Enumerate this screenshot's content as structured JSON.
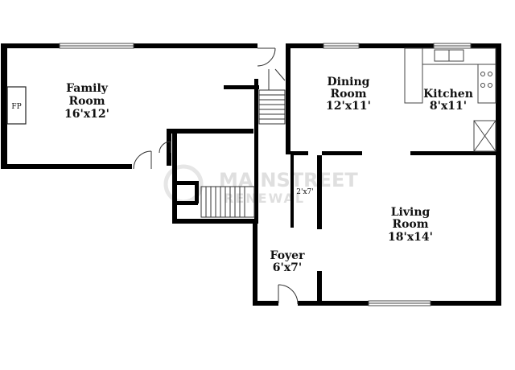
{
  "rooms": [
    {
      "id": "family",
      "name_line1": "Family",
      "name_line2": "Room",
      "size": "16'x12'"
    },
    {
      "id": "dining",
      "name_line1": "Dining",
      "name_line2": "Room",
      "size": "12'x11'"
    },
    {
      "id": "kitchen",
      "name_line1": "Kitchen",
      "size": "8'x11'"
    },
    {
      "id": "living",
      "name_line1": "Living",
      "name_line2": "Room",
      "size": "18'x14'"
    },
    {
      "id": "foyer",
      "name_line1": "Foyer",
      "size": "6'x7'"
    }
  ],
  "closet_label": "2'x7'",
  "fireplace_label": "FP",
  "watermark": {
    "line1": "MAINSTREET",
    "line2": "RENEWAL"
  }
}
